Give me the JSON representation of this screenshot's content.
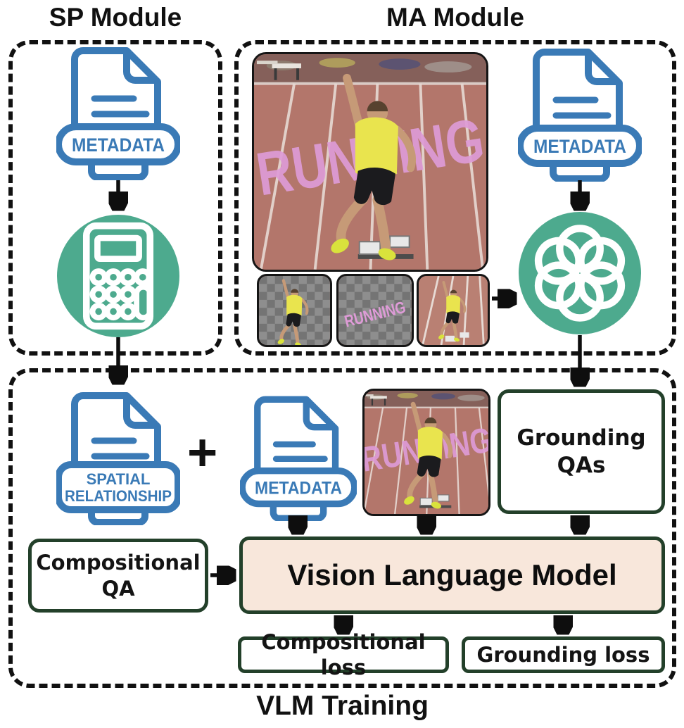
{
  "titles": {
    "sp_module": "SP Module",
    "ma_module": "MA Module",
    "vlm_training": "VLM Training"
  },
  "doc_icons": {
    "metadata_label": "METADATA",
    "spatial_line1": "SPATIAL",
    "spatial_line2": "RELATIONSHIP"
  },
  "operators": {
    "plus": "+"
  },
  "photo": {
    "overlay_text": "RUNNING"
  },
  "boxes": {
    "grounding_qas_line1": "Grounding",
    "grounding_qas_line2": "QAs",
    "compositional_qa_line1": "Compositional",
    "compositional_qa_line2": "QA",
    "vlm_label": "Vision Language Model",
    "compositional_loss": "Compositional loss",
    "grounding_loss": "Grounding loss"
  },
  "colors": {
    "teal": "#4daa8e",
    "doc_blue": "#3a7ab6",
    "dark_green": "#23402a",
    "peach": "#f8e7db",
    "pink": "#de9bd7",
    "track": "#b3766b",
    "ink": "#111111"
  }
}
